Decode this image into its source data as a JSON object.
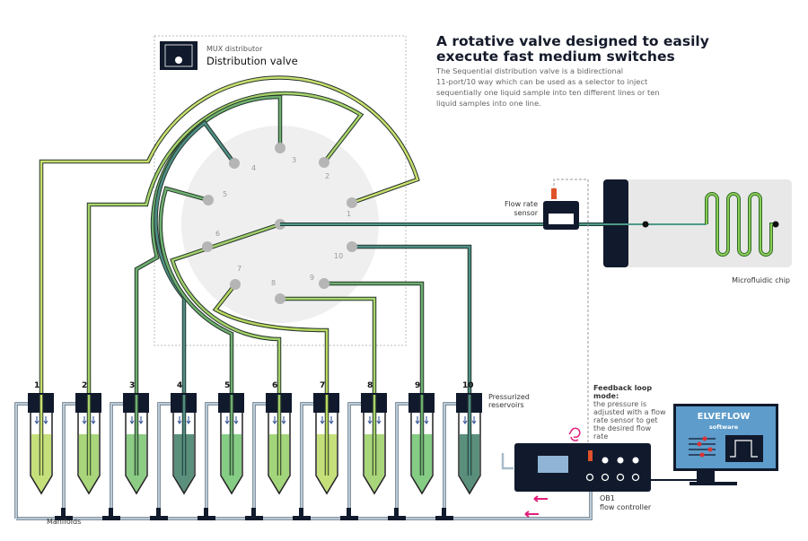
{
  "header": {
    "title_line1": "A rotative valve designed to easily",
    "title_line2": "execute fast medium switches",
    "description": [
      "The Sequential distribution valve is a bidirectional",
      "11-port/10 way which can be used as a selector to inject",
      "sequentially one liquid sample into ten different lines or ten",
      "liquid samples into one line."
    ]
  },
  "valve": {
    "subtitle": "MUX distributor",
    "title": "Distribution valve",
    "ports": [
      "1",
      "2",
      "3",
      "4",
      "5",
      "6",
      "7",
      "8",
      "9",
      "10"
    ]
  },
  "sensor": {
    "label_line1": "Flow rate",
    "label_line2": "sensor"
  },
  "chip": {
    "label": "Microfluidic chip"
  },
  "reservoirs": {
    "label_line1": "Pressurized",
    "label_line2": "reservoirs",
    "numbers": [
      "1",
      "2",
      "3",
      "4",
      "5",
      "6",
      "7",
      "8",
      "9",
      "10"
    ],
    "liquid_colors": [
      "#c5e07a",
      "#a9d67a",
      "#8dcc85",
      "#5a8f7c",
      "#85cc85",
      "#a3d67a",
      "#c5e07a",
      "#a9d67a",
      "#85cc85",
      "#5a8f7c"
    ]
  },
  "manifolds": {
    "label": "Manifolds"
  },
  "feedback": {
    "title_line1": "Feedback loop",
    "title_line2": "mode:",
    "text": [
      "the pressure is",
      "adjusted with a flow",
      "rate sensor to get",
      "the desired flow",
      "rate"
    ]
  },
  "controller": {
    "label_line1": "OB1",
    "label_line2": "flow controller"
  },
  "software": {
    "brand": "ELVEFLOW",
    "label": "software"
  },
  "colors": {
    "dark": "#111a2c",
    "air_line": "#a8bccb",
    "accent_pink": "#e0207a",
    "monitor": "#5d9ccb"
  }
}
